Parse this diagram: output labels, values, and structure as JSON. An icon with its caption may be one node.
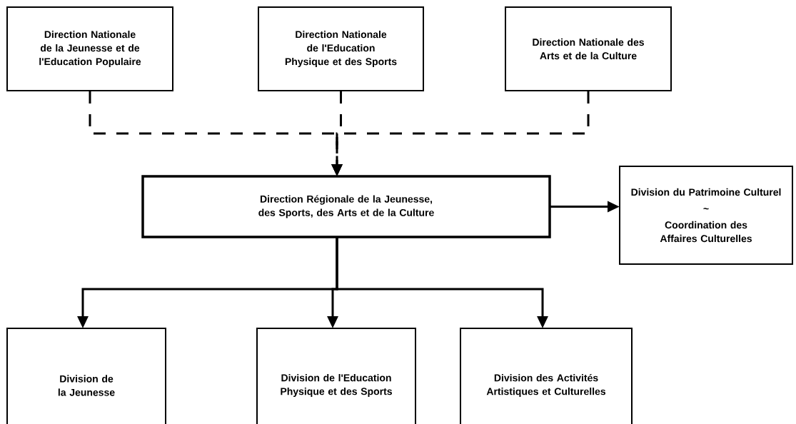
{
  "diagram": {
    "nodes": [
      {
        "text": [
          "Direction Nationale de la Jeunesse et de l'Education Populaire"
        ]
      },
      {
        "text": [
          "Direction Nationale de l'Education Physique et des Sports"
        ]
      },
      {
        "text": [
          "Direction Nationale des Arts et de la Culture"
        ]
      },
      {
        "text": [
          "Direction Régionale de la Jeunesse, des Sports, des Arts et de la Culture"
        ]
      },
      {
        "text": [
          "Division du Patrimoine Culturel",
          "~",
          "Coordination des Affaires Culturelles"
        ]
      },
      {
        "text": [
          "Division de la Jeunesse"
        ]
      },
      {
        "text": [
          "Division de l'Education Physique et des Sports"
        ]
      },
      {
        "text": [
          "Division des Activités Artistiques et Culturelles"
        ]
      }
    ],
    "edges": [
      {
        "from": 0,
        "to": 3,
        "arrow": "to",
        "style": "dashed"
      },
      {
        "from": 1,
        "to": 3,
        "arrow": "to",
        "style": "dashed"
      },
      {
        "from": 2,
        "to": 3,
        "arrow": "to",
        "style": "dashed"
      },
      {
        "from": 3,
        "to": 4,
        "arrow": "to"
      },
      {
        "from": 3,
        "to": 5,
        "arrow": "to"
      },
      {
        "from": 3,
        "to": 6,
        "arrow": "to"
      },
      {
        "from": 3,
        "to": 7,
        "arrow": "to"
      }
    ]
  }
}
